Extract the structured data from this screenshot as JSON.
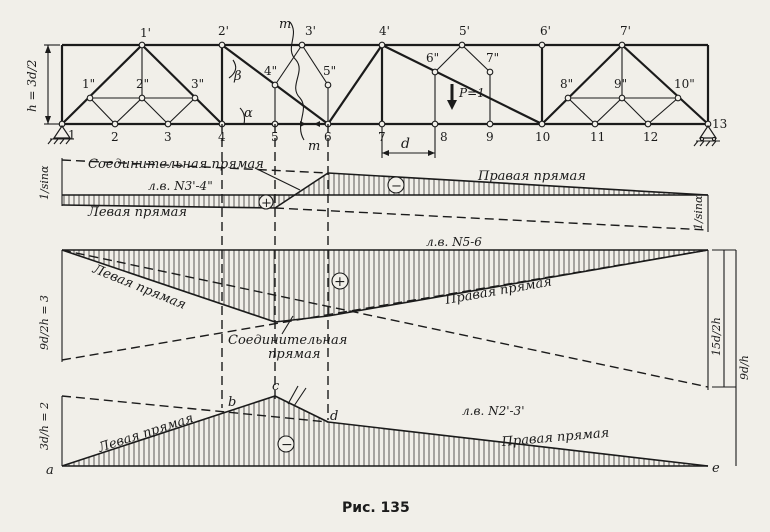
{
  "figure": {
    "caption": "Рис. 135"
  },
  "truss": {
    "height_label": "h = 3d/2",
    "panel_label": "d",
    "load_label": "P=1",
    "section_label": "m",
    "angle_alpha": "α",
    "angle_beta": "β",
    "bottom_nodes": [
      "1",
      "2",
      "3",
      "4",
      "5",
      "6",
      "7",
      "8",
      "9",
      "10",
      "11",
      "12",
      "13"
    ],
    "top_nodes": [
      "1'",
      "2'",
      "3'",
      "4'",
      "5'",
      "6'",
      "7'"
    ],
    "mid_nodes": [
      "1\"",
      "2\"",
      "3\"",
      "4\"",
      "5\"",
      "6\"",
      "7\"",
      "8\"",
      "9\"",
      "10\""
    ]
  },
  "diagram1": {
    "title": "л.в. N3'-4\"",
    "left_line": "Левая прямая",
    "right_line": "Правая прямая",
    "connecting_line": "Соединительная прямая",
    "left_ordinate": "1/sinα",
    "right_ordinate": "1/sinα",
    "sign_plus": "+",
    "sign_minus": "−"
  },
  "diagram2": {
    "title": "л.в. N5-6",
    "left_line": "Левая прямая",
    "right_line": "Правая прямая",
    "connecting_line_1": "Соединительная",
    "connecting_line_2": "прямая",
    "left_ordinate": "9d/2h = 3",
    "right_ordinate_1": "15d/2h",
    "right_ordinate_2": "9d/h",
    "sign_plus": "+"
  },
  "diagram3": {
    "title": "л.в. N2'-3'",
    "left_line": "Левая прямая",
    "right_line": "Правая прямая",
    "left_ordinate": "3d/h = 2",
    "sign_minus": "−",
    "point_a": "a",
    "point_b": "b",
    "point_c": "c",
    "point_d": "d",
    "point_e": "e"
  }
}
